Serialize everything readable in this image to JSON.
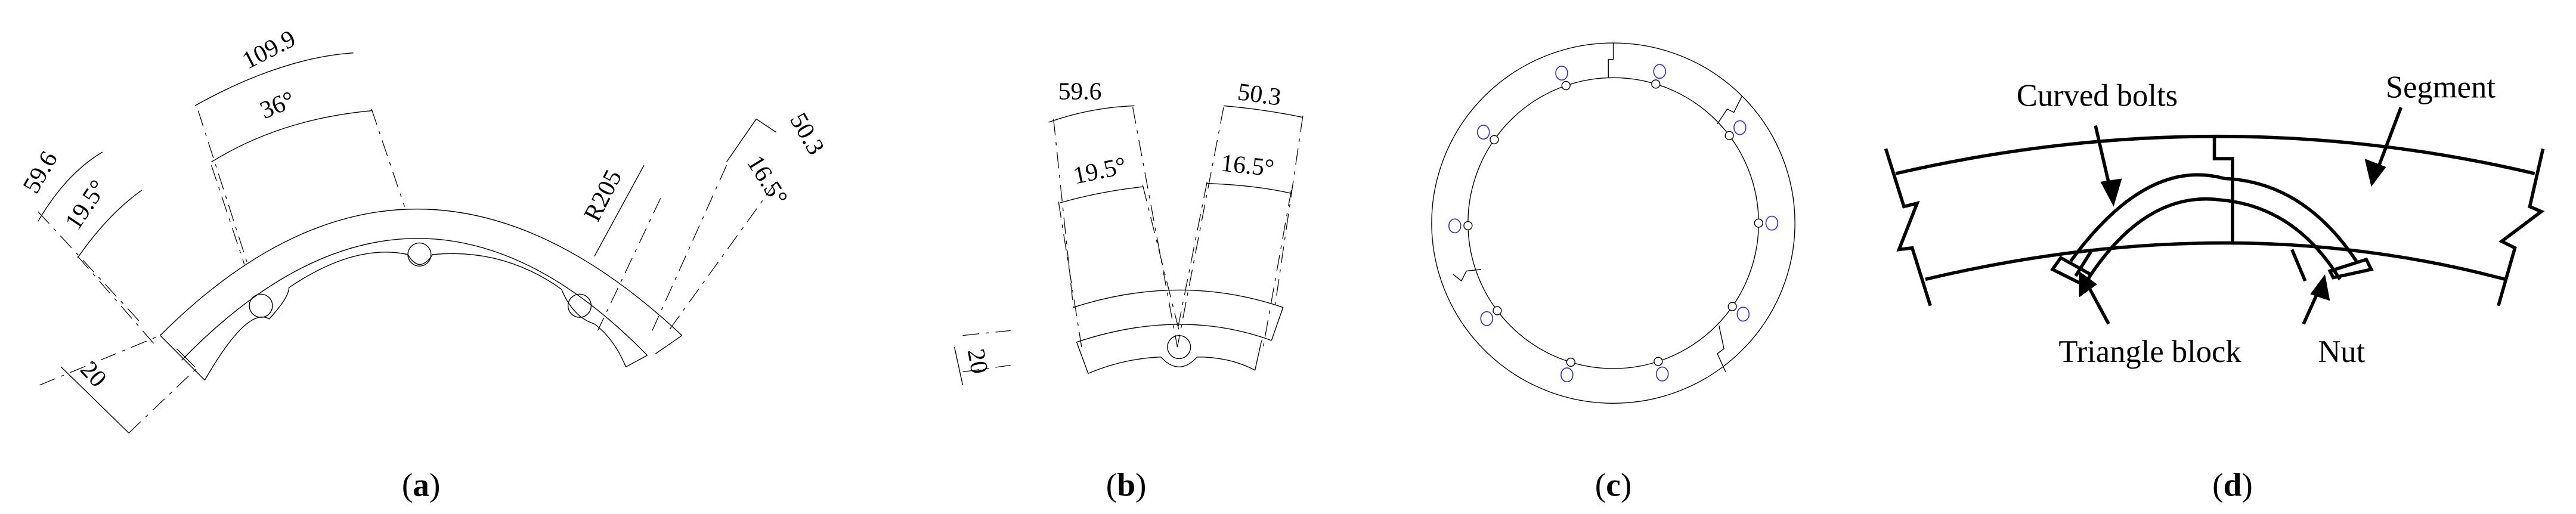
{
  "panels": {
    "a": {
      "label_open": "(",
      "label_letter": "a",
      "label_close": ")",
      "dims": {
        "arc_outer": "109.9",
        "angle_mid": "36°",
        "arc_left": "59.6",
        "angle_left": "19.5°",
        "radius": "R205",
        "arc_right": "50.3",
        "angle_right": "16.5°",
        "thickness": "20"
      }
    },
    "b": {
      "label_open": "(",
      "label_letter": "b",
      "label_close": ")",
      "dims": {
        "arc_left": "59.6",
        "arc_right": "50.3",
        "angle_left": "19.5°",
        "angle_right": "16.5°",
        "thickness": "20"
      }
    },
    "c": {
      "label_open": "(",
      "label_letter": "c",
      "label_close": ")",
      "bolt_hole_color": "#3333dd",
      "bolt_hole_count": 10
    },
    "d": {
      "label_open": "(",
      "label_letter": "d",
      "label_close": ")",
      "annotations": {
        "curved_bolts": "Curved bolts",
        "segment": "Segment",
        "triangle_block": "Triangle block",
        "nut": "Nut"
      }
    }
  }
}
